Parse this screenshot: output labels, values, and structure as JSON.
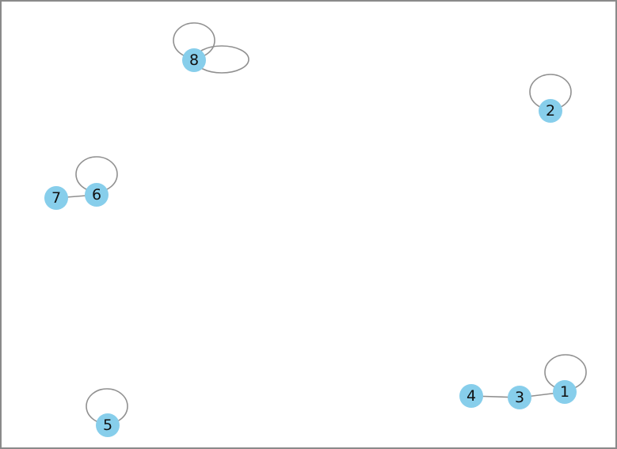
{
  "colors": {
    "node": "#87ceeb",
    "edge": "#909090",
    "label": "#111111",
    "frame_border": "#8a8a8a"
  },
  "graph": {
    "nodes": [
      {
        "id": "n1",
        "label": "1"
      },
      {
        "id": "n2",
        "label": "2"
      },
      {
        "id": "n3",
        "label": "3"
      },
      {
        "id": "n4",
        "label": "4"
      },
      {
        "id": "n5",
        "label": "5"
      },
      {
        "id": "n6",
        "label": "6"
      },
      {
        "id": "n7",
        "label": "7"
      },
      {
        "id": "n8",
        "label": "8"
      }
    ],
    "edges": [
      {
        "source": "n4",
        "target": "n3"
      },
      {
        "source": "n3",
        "target": "n1"
      },
      {
        "source": "n7",
        "target": "n6"
      },
      {
        "source": "n1",
        "target": "n1"
      },
      {
        "source": "n2",
        "target": "n2"
      },
      {
        "source": "n5",
        "target": "n5"
      },
      {
        "source": "n6",
        "target": "n6"
      },
      {
        "source": "n8",
        "target": "n8"
      },
      {
        "source": "n8",
        "target": "n8"
      }
    ]
  }
}
